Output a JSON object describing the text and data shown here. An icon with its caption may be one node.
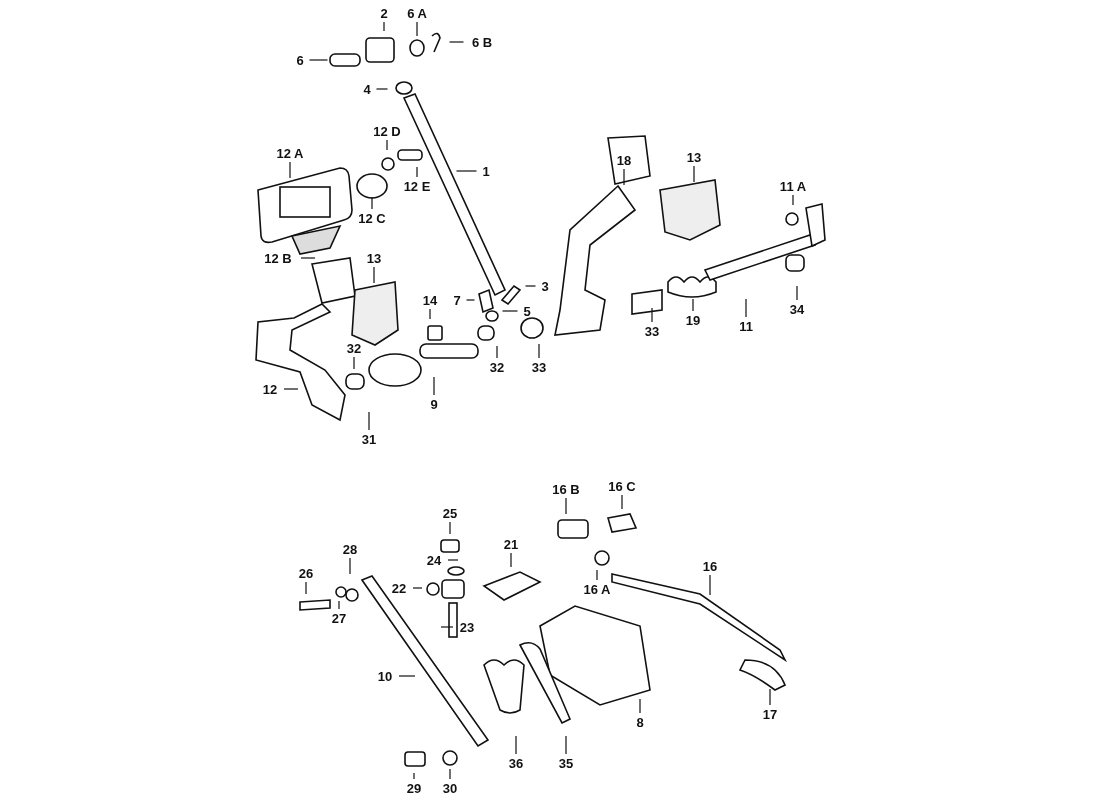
{
  "diagram": {
    "nodes": [
      {
        "text": [
          "2"
        ]
      },
      {
        "text": [
          "6 A"
        ]
      },
      {
        "text": [
          "6 B"
        ]
      },
      {
        "text": [
          "6"
        ]
      },
      {
        "text": [
          "4"
        ]
      },
      {
        "text": [
          "12 D"
        ]
      },
      {
        "text": [
          "12 A"
        ]
      },
      {
        "text": [
          "1"
        ]
      },
      {
        "text": [
          "12 E"
        ]
      },
      {
        "text": [
          "12 C"
        ]
      },
      {
        "text": [
          "18"
        ]
      },
      {
        "text": [
          "13"
        ]
      },
      {
        "text": [
          "11 A"
        ]
      },
      {
        "text": [
          "12 B"
        ]
      },
      {
        "text": [
          "13"
        ]
      },
      {
        "text": [
          "3"
        ]
      },
      {
        "text": [
          "5"
        ]
      },
      {
        "text": [
          "14"
        ]
      },
      {
        "text": [
          "7"
        ]
      },
      {
        "text": [
          "34"
        ]
      },
      {
        "text": [
          "19"
        ]
      },
      {
        "text": [
          "11"
        ]
      },
      {
        "text": [
          "33"
        ]
      },
      {
        "text": [
          "32"
        ]
      },
      {
        "text": [
          "32"
        ]
      },
      {
        "text": [
          "33"
        ]
      },
      {
        "text": [
          "12"
        ]
      },
      {
        "text": [
          "9"
        ]
      },
      {
        "text": [
          "31"
        ]
      },
      {
        "text": [
          "16 C"
        ]
      },
      {
        "text": [
          "16 B"
        ]
      },
      {
        "text": [
          "25"
        ]
      },
      {
        "text": [
          "21"
        ]
      },
      {
        "text": [
          "28"
        ]
      },
      {
        "text": [
          "24"
        ]
      },
      {
        "text": [
          "16"
        ]
      },
      {
        "text": [
          "26"
        ]
      },
      {
        "text": [
          "16 A"
        ]
      },
      {
        "text": [
          "22"
        ]
      },
      {
        "text": [
          "27"
        ]
      },
      {
        "text": [
          "23"
        ]
      },
      {
        "text": [
          "10"
        ]
      },
      {
        "text": [
          "8"
        ]
      },
      {
        "text": [
          "17"
        ]
      },
      {
        "text": [
          "36"
        ]
      },
      {
        "text": [
          "35"
        ]
      },
      {
        "text": [
          "29"
        ]
      },
      {
        "text": [
          "30"
        ]
      }
    ],
    "edges": [
      {
        "from": 0,
        "to": null,
        "arrow": "none"
      },
      {
        "from": 1,
        "to": null,
        "arrow": "none"
      },
      {
        "from": 2,
        "to": null,
        "arrow": "none"
      },
      {
        "from": 3,
        "to": null,
        "arrow": "none"
      },
      {
        "from": 4,
        "to": null,
        "arrow": "none"
      },
      {
        "from": 5,
        "to": null,
        "arrow": "none"
      },
      {
        "from": 6,
        "to": null,
        "arrow": "none"
      },
      {
        "from": 7,
        "to": null,
        "arrow": "none"
      },
      {
        "from": 8,
        "to": null,
        "arrow": "none"
      },
      {
        "from": 9,
        "to": null,
        "arrow": "none"
      },
      {
        "from": 10,
        "to": null,
        "arrow": "none"
      },
      {
        "from": 11,
        "to": null,
        "arrow": "none"
      },
      {
        "from": 12,
        "to": null,
        "arrow": "none"
      },
      {
        "from": 13,
        "to": null,
        "arrow": "none"
      },
      {
        "from": 14,
        "to": null,
        "arrow": "none"
      },
      {
        "from": 15,
        "to": null,
        "arrow": "none"
      },
      {
        "from": 16,
        "to": null,
        "arrow": "none"
      },
      {
        "from": 17,
        "to": null,
        "arrow": "none"
      },
      {
        "from": 18,
        "to": null,
        "arrow": "none"
      },
      {
        "from": 19,
        "to": null,
        "arrow": "none"
      },
      {
        "from": 20,
        "to": null,
        "arrow": "none"
      },
      {
        "from": 21,
        "to": null,
        "arrow": "none"
      },
      {
        "from": 22,
        "to": null,
        "arrow": "none"
      },
      {
        "from": 23,
        "to": null,
        "arrow": "none"
      },
      {
        "from": 24,
        "to": null,
        "arrow": "none"
      },
      {
        "from": 25,
        "to": null,
        "arrow": "none"
      },
      {
        "from": 26,
        "to": null,
        "arrow": "none"
      },
      {
        "from": 27,
        "to": null,
        "arrow": "none"
      },
      {
        "from": 28,
        "to": null,
        "arrow": "none"
      },
      {
        "from": 29,
        "to": null,
        "arrow": "none"
      },
      {
        "from": 30,
        "to": null,
        "arrow": "none"
      },
      {
        "from": 31,
        "to": null,
        "arrow": "none"
      },
      {
        "from": 32,
        "to": null,
        "arrow": "none"
      },
      {
        "from": 33,
        "to": null,
        "arrow": "none"
      },
      {
        "from": 34,
        "to": null,
        "arrow": "none"
      },
      {
        "from": 35,
        "to": null,
        "arrow": "none"
      },
      {
        "from": 36,
        "to": null,
        "arrow": "none"
      },
      {
        "from": 37,
        "to": null,
        "arrow": "none"
      },
      {
        "from": 38,
        "to": null,
        "arrow": "none"
      },
      {
        "from": 39,
        "to": null,
        "arrow": "none"
      },
      {
        "from": 40,
        "to": null,
        "arrow": "none"
      },
      {
        "from": 41,
        "to": null,
        "arrow": "none"
      },
      {
        "from": 42,
        "to": null,
        "arrow": "none"
      },
      {
        "from": 43,
        "to": null,
        "arrow": "none"
      },
      {
        "from": 44,
        "to": null,
        "arrow": "none"
      },
      {
        "from": 45,
        "to": null,
        "arrow": "none"
      },
      {
        "from": 46,
        "to": null,
        "arrow": "none"
      },
      {
        "from": 47,
        "to": null,
        "arrow": "none"
      }
    ]
  }
}
